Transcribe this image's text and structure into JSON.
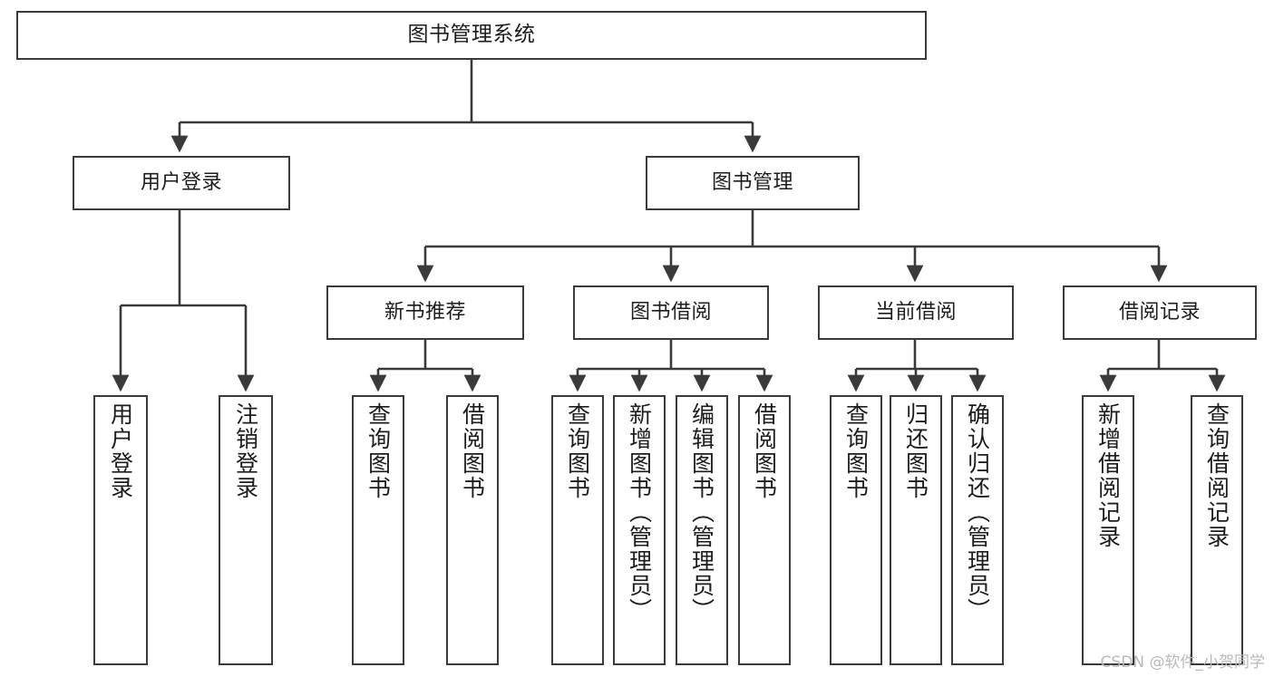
{
  "diagram": {
    "type": "tree",
    "title": "图书管理系统",
    "orientation": "top-down",
    "style": {
      "box_border_color": "#3a3a3a",
      "box_fill_color": "#ffffff",
      "connector_color": "#3a3a3a",
      "text_color": "#1c1c1c",
      "background": "#ffffff"
    },
    "nodes": {
      "root": {
        "label": "图书管理系统",
        "level": 0
      },
      "l1": [
        {
          "id": "user-login",
          "label": "用户登录",
          "level": 1
        },
        {
          "id": "book-manage",
          "label": "图书管理",
          "level": 1
        }
      ],
      "l2": [
        {
          "id": "new-book-rec",
          "label": "新书推荐",
          "level": 2,
          "parent": "book-manage"
        },
        {
          "id": "book-borrow",
          "label": "图书借阅",
          "level": 2,
          "parent": "book-manage"
        },
        {
          "id": "current-borrow",
          "label": "当前借阅",
          "level": 2,
          "parent": "book-manage"
        },
        {
          "id": "borrow-record",
          "label": "借阅记录",
          "level": 2,
          "parent": "book-manage"
        }
      ],
      "leaves": [
        {
          "id": "leaf-user-login",
          "label": "用户登录",
          "parent": "user-login"
        },
        {
          "id": "leaf-logout",
          "label": "注销登录",
          "parent": "user-login"
        },
        {
          "id": "leaf-query-book-1",
          "label": "查询图书",
          "parent": "new-book-rec"
        },
        {
          "id": "leaf-borrow-book-1",
          "label": "借阅图书",
          "parent": "new-book-rec"
        },
        {
          "id": "leaf-query-book-2",
          "label": "查询图书",
          "parent": "book-borrow"
        },
        {
          "id": "leaf-add-book",
          "label": "新增图书（管理员）",
          "parent": "book-borrow"
        },
        {
          "id": "leaf-edit-book",
          "label": "编辑图书（管理员）",
          "parent": "book-borrow"
        },
        {
          "id": "leaf-borrow-book-2",
          "label": "借阅图书",
          "parent": "book-borrow"
        },
        {
          "id": "leaf-query-book-3",
          "label": "查询图书",
          "parent": "current-borrow"
        },
        {
          "id": "leaf-return-book",
          "label": "归还图书",
          "parent": "current-borrow"
        },
        {
          "id": "leaf-confirm-return",
          "label": "确认归还（管理员）",
          "parent": "current-borrow"
        },
        {
          "id": "leaf-add-record",
          "label": "新增借阅记录",
          "parent": "borrow-record"
        },
        {
          "id": "leaf-query-record",
          "label": "查询借阅记录",
          "parent": "borrow-record"
        }
      ]
    },
    "edges": [
      {
        "from": "root",
        "to": "user-login"
      },
      {
        "from": "root",
        "to": "book-manage"
      },
      {
        "from": "book-manage",
        "to": "new-book-rec"
      },
      {
        "from": "book-manage",
        "to": "book-borrow"
      },
      {
        "from": "book-manage",
        "to": "current-borrow"
      },
      {
        "from": "book-manage",
        "to": "borrow-record"
      },
      {
        "from": "user-login",
        "to": "leaf-user-login"
      },
      {
        "from": "user-login",
        "to": "leaf-logout"
      },
      {
        "from": "new-book-rec",
        "to": "leaf-query-book-1"
      },
      {
        "from": "new-book-rec",
        "to": "leaf-borrow-book-1"
      },
      {
        "from": "book-borrow",
        "to": "leaf-query-book-2"
      },
      {
        "from": "book-borrow",
        "to": "leaf-add-book"
      },
      {
        "from": "book-borrow",
        "to": "leaf-edit-book"
      },
      {
        "from": "book-borrow",
        "to": "leaf-borrow-book-2"
      },
      {
        "from": "current-borrow",
        "to": "leaf-query-book-3"
      },
      {
        "from": "current-borrow",
        "to": "leaf-return-book"
      },
      {
        "from": "current-borrow",
        "to": "leaf-confirm-return"
      },
      {
        "from": "borrow-record",
        "to": "leaf-add-record"
      },
      {
        "from": "borrow-record",
        "to": "leaf-query-record"
      }
    ]
  },
  "watermark": {
    "text": "CSDN @软件_小贺同学"
  }
}
